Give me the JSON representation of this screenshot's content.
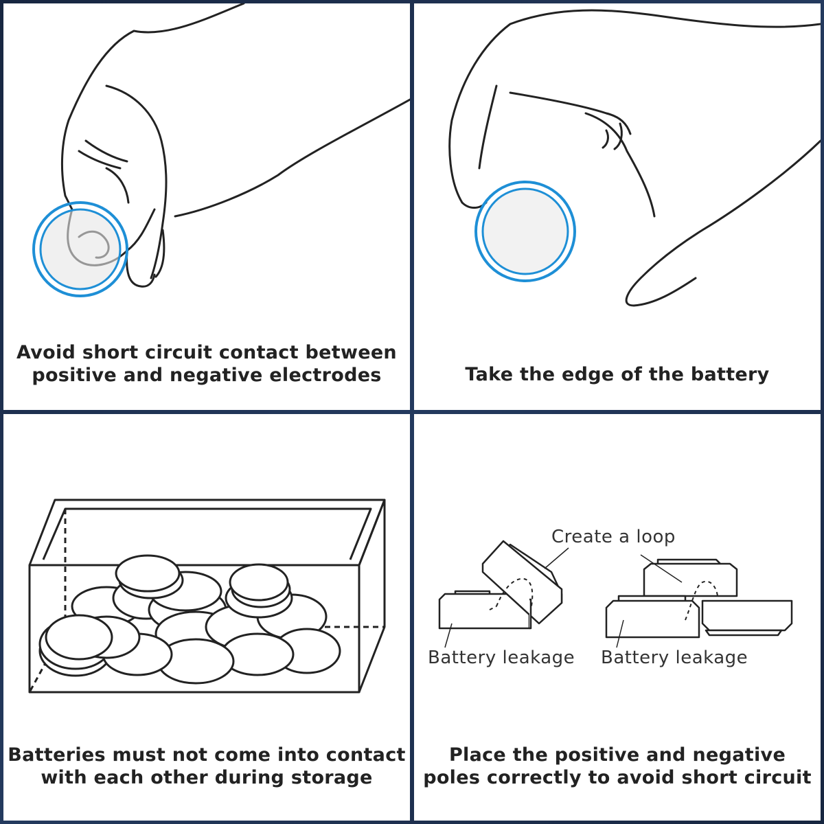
{
  "panels": {
    "p1": {
      "caption_l1": "Avoid short circuit contact between",
      "caption_l2": "positive and negative electrodes"
    },
    "p2": {
      "caption_l1": "Take the edge of the battery"
    },
    "p3": {
      "caption_l1": "Batteries must not come into contact",
      "caption_l2": "with each other during storage"
    },
    "p4": {
      "caption_l1": "Place the positive and negative",
      "caption_l2": "poles correctly to avoid short circuit",
      "label_loop": "Create a loop",
      "label_leak_left": "Battery leakage",
      "label_leak_right": "Battery leakage"
    }
  },
  "colors": {
    "border": "#1b2a44",
    "ring": "#1e8fd6",
    "line": "#222222"
  },
  "icons": [
    "hand-icon",
    "battery-icon",
    "storage-box-icon"
  ]
}
